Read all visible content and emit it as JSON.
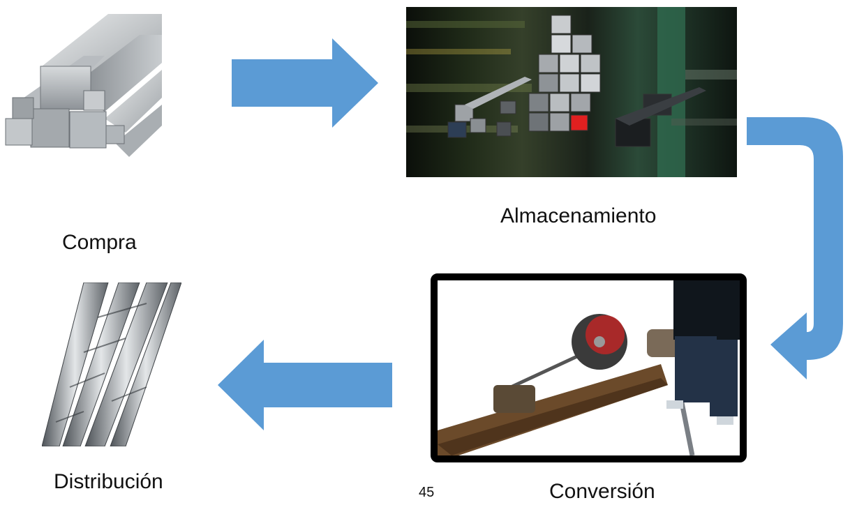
{
  "steps": {
    "compra": "Compra",
    "almacenamiento": "Almacenamiento",
    "conversion": "Conversión",
    "distribucion": "Distribución"
  },
  "page_number": "45",
  "colors": {
    "arrow": "#5b9bd5",
    "frame": "#000000",
    "text": "#111111"
  },
  "icons": [
    "arrow-right-icon",
    "arrow-curved-down-icon",
    "arrow-left-icon"
  ]
}
